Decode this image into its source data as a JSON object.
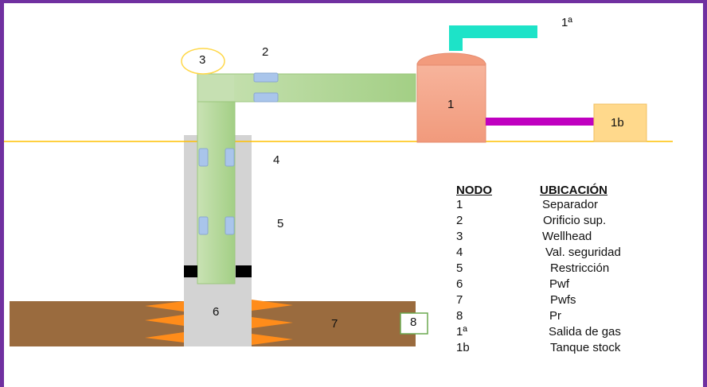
{
  "colors": {
    "frame": "#7030a0",
    "ground_line": "#ffc000",
    "pipe": "#a9d18e",
    "casing": "#d0d0d0",
    "reservoir": "#9c6a3c",
    "perforation": "#ff8c1a",
    "separator": "#f4a48a",
    "gas_outlet": "#1de3c8",
    "oil_line": "#c000c0",
    "stock_tank": "#ffd98c",
    "valve": "#a9c5eb",
    "packer": "#000000"
  },
  "labels": {
    "gas_outlet": "1ª",
    "separator": "1",
    "stock_tank": "1b",
    "orifice": "2",
    "wellhead": "3",
    "safety_valve": "4",
    "restriction": "5",
    "pwf": "6",
    "pwfs": "7",
    "pr": "8"
  },
  "table": {
    "headers": [
      "NODO",
      "UBICACIÓN"
    ],
    "rows": [
      {
        "node": "1",
        "location": "Separador"
      },
      {
        "node": "2",
        "location": "Orificio sup."
      },
      {
        "node": "3",
        "location": "Wellhead"
      },
      {
        "node": "4",
        "location": "Val. seguridad"
      },
      {
        "node": "5",
        "location": "Restricción"
      },
      {
        "node": "6",
        "location": "Pwf"
      },
      {
        "node": "7",
        "location": "Pwfs"
      },
      {
        "node": "8",
        "location": "Pr"
      },
      {
        "node": "1ª",
        "location": "Salida de gas"
      },
      {
        "node": "1b",
        "location": "Tanque stock"
      }
    ]
  }
}
